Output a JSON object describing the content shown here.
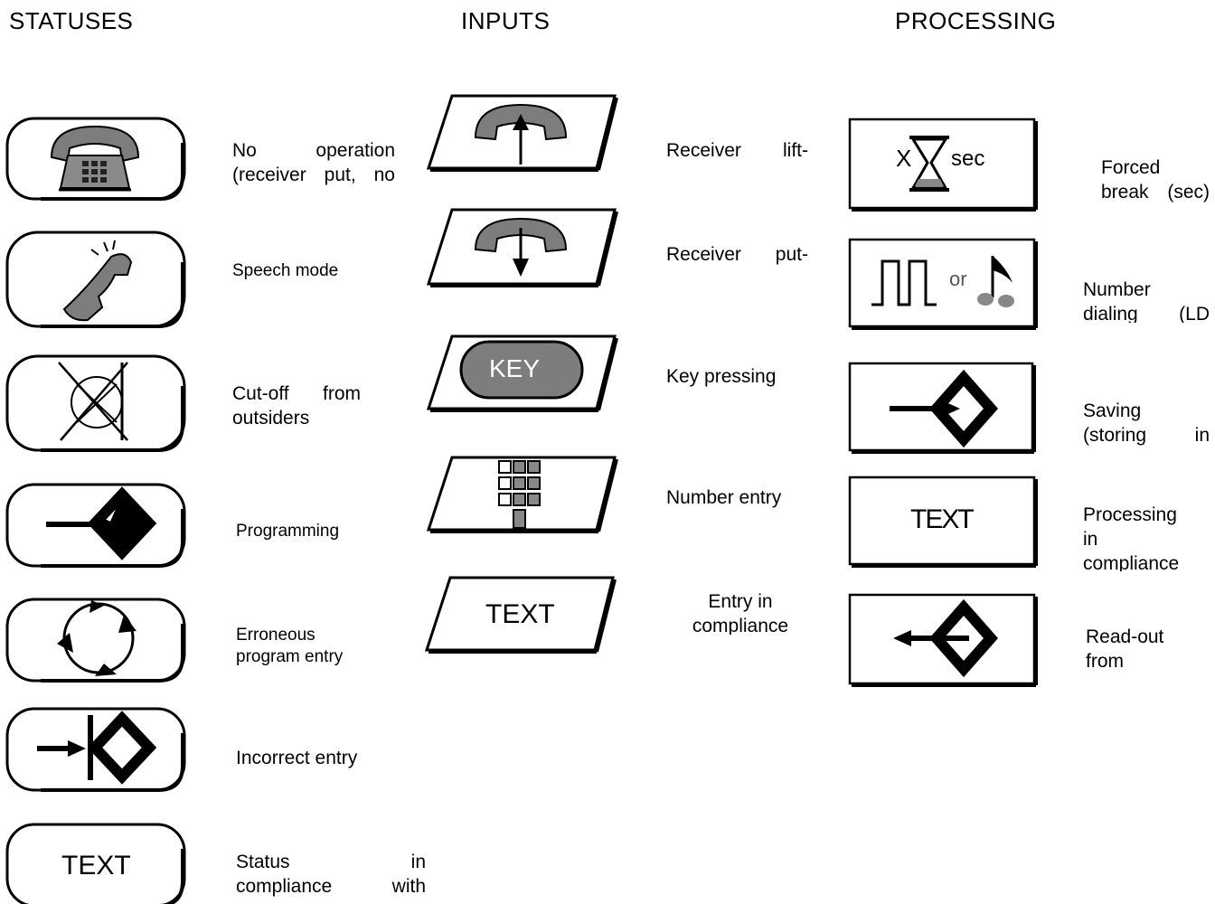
{
  "headers": {
    "statuses": "STATUSES",
    "inputs": "INPUTS",
    "processing": "PROCESSING"
  },
  "statuses": [
    {
      "icon": "telephone-icon",
      "lines": [
        "No operation",
        "(receiver put, no"
      ]
    },
    {
      "icon": "handset-ringing-icon",
      "lines": [
        "Speech mode"
      ]
    },
    {
      "icon": "crossed-circle-icon",
      "lines": [
        "Cut-off from",
        "outsiders"
      ]
    },
    {
      "icon": "program-arrow-icon",
      "lines": [
        "Programming"
      ]
    },
    {
      "icon": "circular-arrows-icon",
      "lines": [
        "Erroneous",
        "program entry"
      ]
    },
    {
      "icon": "blocked-arrow-icon",
      "lines": [
        "Incorrect entry"
      ]
    },
    {
      "icon": "text-box",
      "box_text": "TEXT",
      "lines": [
        "Status in",
        "compliance with"
      ]
    }
  ],
  "inputs": [
    {
      "icon": "receiver-lift-icon",
      "lines": [
        "Receiver lift-"
      ]
    },
    {
      "icon": "receiver-put-icon",
      "lines": [
        "Receiver put-"
      ]
    },
    {
      "icon": "key-icon",
      "box_text": "KEY",
      "lines": [
        "Key pressing"
      ]
    },
    {
      "icon": "keypad-icon",
      "lines": [
        "Number entry"
      ]
    },
    {
      "icon": "text-parallelogram",
      "box_text": "TEXT",
      "lines": [
        "Entry in",
        "compliance"
      ]
    }
  ],
  "processing": [
    {
      "icon": "hourglass-icon",
      "box_text_x": "X",
      "box_text_sec": "sec",
      "lines": [
        "Forced",
        "break (sec)"
      ]
    },
    {
      "icon": "pulse-or-tone-icon",
      "box_text": "or",
      "lines": [
        "Number",
        "dialing (LD"
      ]
    },
    {
      "icon": "save-arrow-icon",
      "lines": [
        "Saving",
        "(storing in"
      ]
    },
    {
      "icon": "text-box",
      "box_text": "TEXT",
      "lines": [
        "Processing",
        "in",
        "compliance"
      ]
    },
    {
      "icon": "readout-arrow-icon",
      "lines": [
        "Read-out",
        "from"
      ]
    }
  ]
}
